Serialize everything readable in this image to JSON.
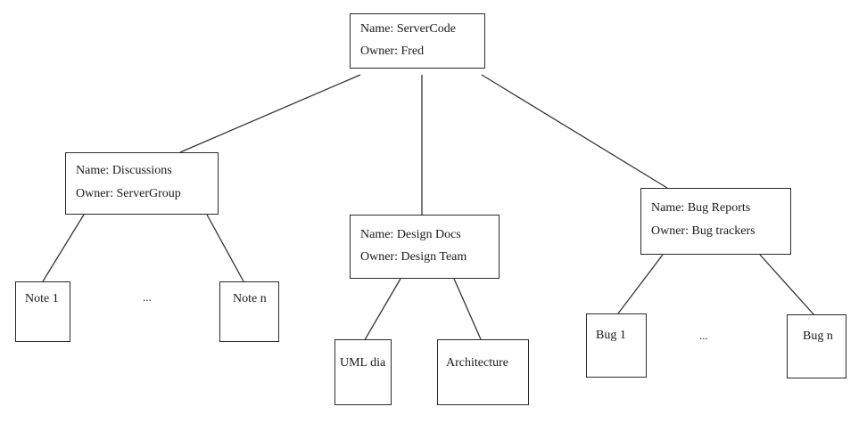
{
  "root": {
    "name": "Name: ServerCode",
    "owner": "Owner: Fred"
  },
  "discussions": {
    "name": "Name: Discussions",
    "owner": "Owner: ServerGroup"
  },
  "design_docs": {
    "name": "Name: Design Docs",
    "owner": "Owner: Design Team"
  },
  "bug_reports": {
    "name": "Name: Bug Reports",
    "owner": "Owner: Bug trackers"
  },
  "leaves": {
    "note_1": "Note 1",
    "note_n": "Note n",
    "uml": "UML dia",
    "architecture": "Architecture",
    "bug_1": "Bug 1",
    "bug_n": "Bug n"
  },
  "ellipsis": "..."
}
